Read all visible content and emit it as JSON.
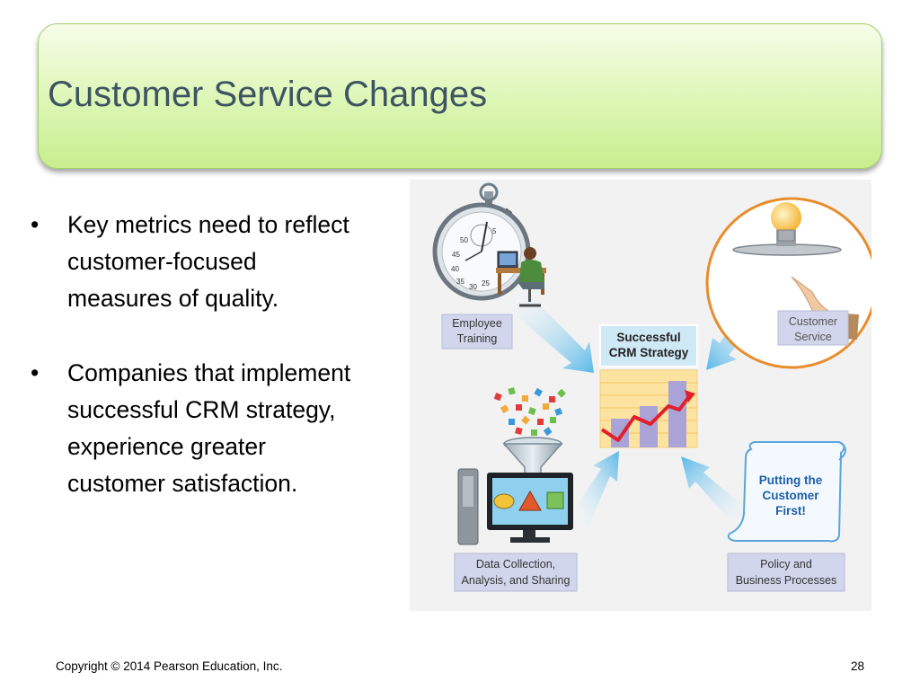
{
  "slide": {
    "title": "Customer Service Changes",
    "bullets": [
      "Key metrics need to reflect customer-focused measures of quality.",
      "Companies that implement successful CRM strategy, experience greater customer satisfaction."
    ]
  },
  "figure": {
    "labels": {
      "employee_training_1": "Employee",
      "employee_training_2": "Training",
      "customer_service_1": "Customer",
      "customer_service_2": "Service",
      "crm_1": "Successful",
      "crm_2": "CRM Strategy",
      "data_1": "Data Collection,",
      "data_2": "Analysis, and Sharing",
      "policy_1": "Policy and",
      "policy_2": "Business Processes",
      "scroll_1": "Putting the",
      "scroll_2": "Customer",
      "scroll_3": "First!"
    },
    "stopwatch_numbers": [
      "50",
      "45",
      "40",
      "35",
      "30",
      "25",
      "5"
    ]
  },
  "footer": {
    "copyright": "Copyright © 2014 Pearson Education, Inc.",
    "page_number": "28"
  }
}
